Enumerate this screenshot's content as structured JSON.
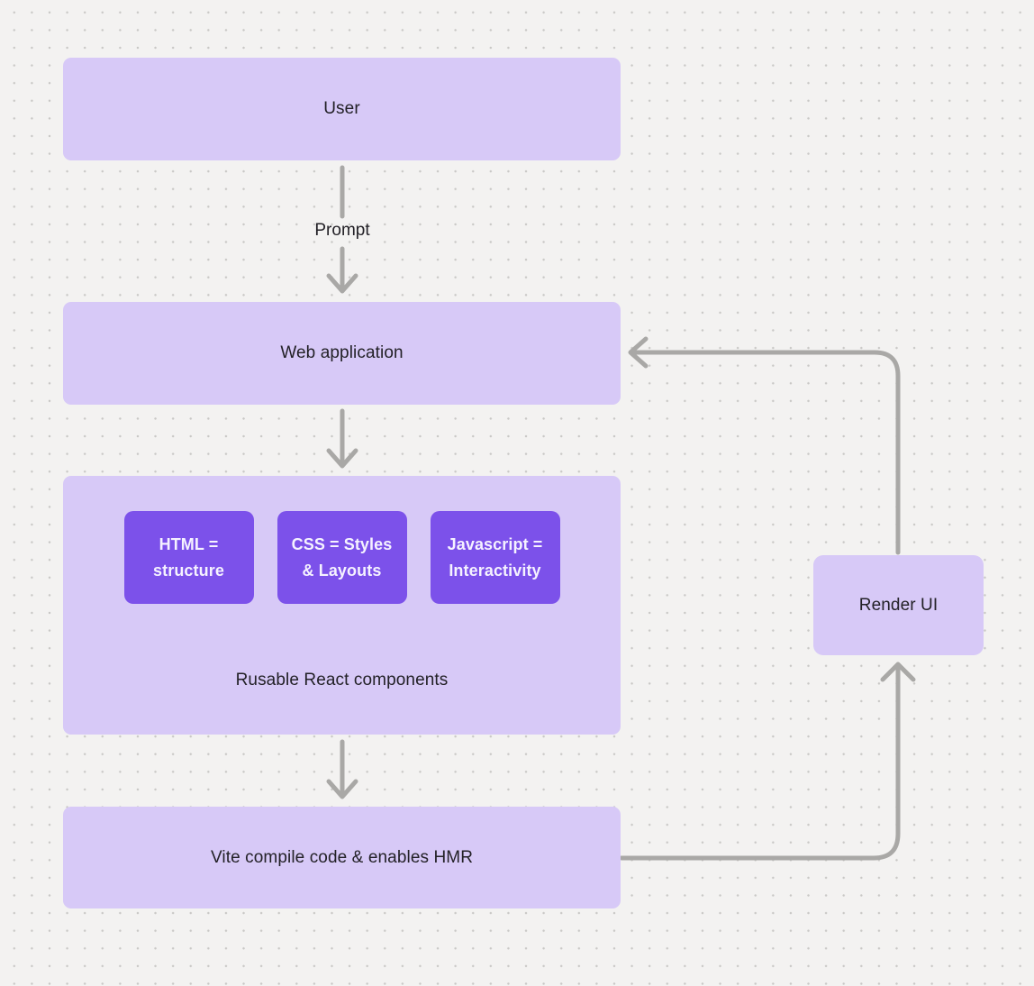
{
  "colors": {
    "bg": "#f3f2f1",
    "dot": "#c9c8c6",
    "node_fill": "#d7c9f7",
    "chip_fill": "#7c51ea",
    "connector": "#a9a8a6",
    "text_dark": "#232127",
    "text_light": "#f5f2ff"
  },
  "nodes": {
    "user": {
      "label": "User"
    },
    "web_application": {
      "label": "Web application"
    },
    "components_group": {
      "label": "Rusable React components",
      "chips": [
        {
          "label": "HTML = structure"
        },
        {
          "label": "CSS = Styles & Layouts"
        },
        {
          "label": "Javascript = Interactivity"
        }
      ]
    },
    "vite": {
      "label": "Vite compile code & enables HMR"
    },
    "render_ui": {
      "label": "Render UI"
    }
  },
  "edges": {
    "prompt_label": "Prompt"
  }
}
